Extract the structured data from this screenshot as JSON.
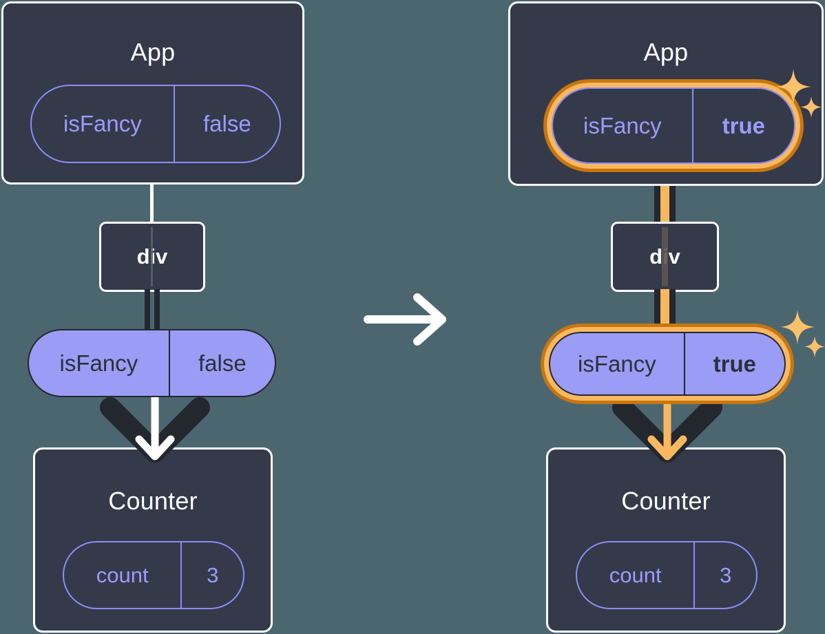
{
  "diagram": {
    "title": "React state update propagation",
    "type": "before-after-component-tree",
    "colors": {
      "background": "#4c6670",
      "card_fill": "#343a4a",
      "card_border": "#ffffff",
      "pill_outline": "#8b8dfc",
      "pill_text_purple": "#9a9cfd",
      "pill_solid_fill": "#9a9cf5",
      "pill_solid_text": "#2b313b",
      "highlight_orange": "#f9b860",
      "highlight_orange_dark": "#c9760f",
      "line_dark": "#23272e",
      "line_white": "#ffffff"
    },
    "transition_icon": "arrow-right-icon"
  },
  "panels": [
    {
      "id": "before",
      "state": "initial",
      "app": {
        "title": "App",
        "pill": {
          "name": "isFancy",
          "value": "false",
          "highlighted": false,
          "style": "outline"
        }
      },
      "div": {
        "label": "div"
      },
      "prop": {
        "name": "isFancy",
        "value": "false",
        "highlighted": false,
        "style": "solid"
      },
      "counter": {
        "title": "Counter",
        "pill": {
          "name": "count",
          "value": "3",
          "highlighted": false,
          "style": "outline"
        }
      },
      "sparkles": false
    },
    {
      "id": "after",
      "state": "updated",
      "app": {
        "title": "App",
        "pill": {
          "name": "isFancy",
          "value": "true",
          "highlighted": true,
          "style": "outline"
        }
      },
      "div": {
        "label": "div"
      },
      "prop": {
        "name": "isFancy",
        "value": "true",
        "highlighted": true,
        "style": "solid"
      },
      "counter": {
        "title": "Counter",
        "pill": {
          "name": "count",
          "value": "3",
          "highlighted": false,
          "style": "outline"
        }
      },
      "sparkles": true
    }
  ]
}
